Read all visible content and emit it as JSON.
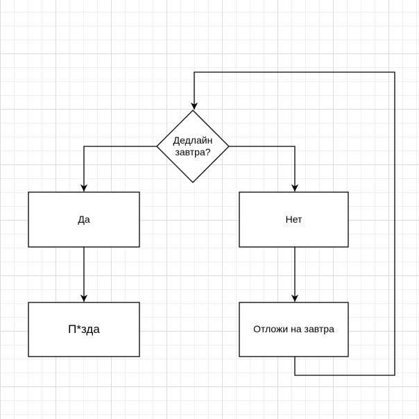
{
  "diagram": {
    "decision": {
      "text_line1": "Дедлайн",
      "text_line2": "завтра?"
    },
    "yes_box": {
      "text": "Да"
    },
    "no_box": {
      "text": "Нет"
    },
    "result_box": {
      "text": "П*зда"
    },
    "postpone_box": {
      "text": "Отложи на завтра"
    }
  }
}
